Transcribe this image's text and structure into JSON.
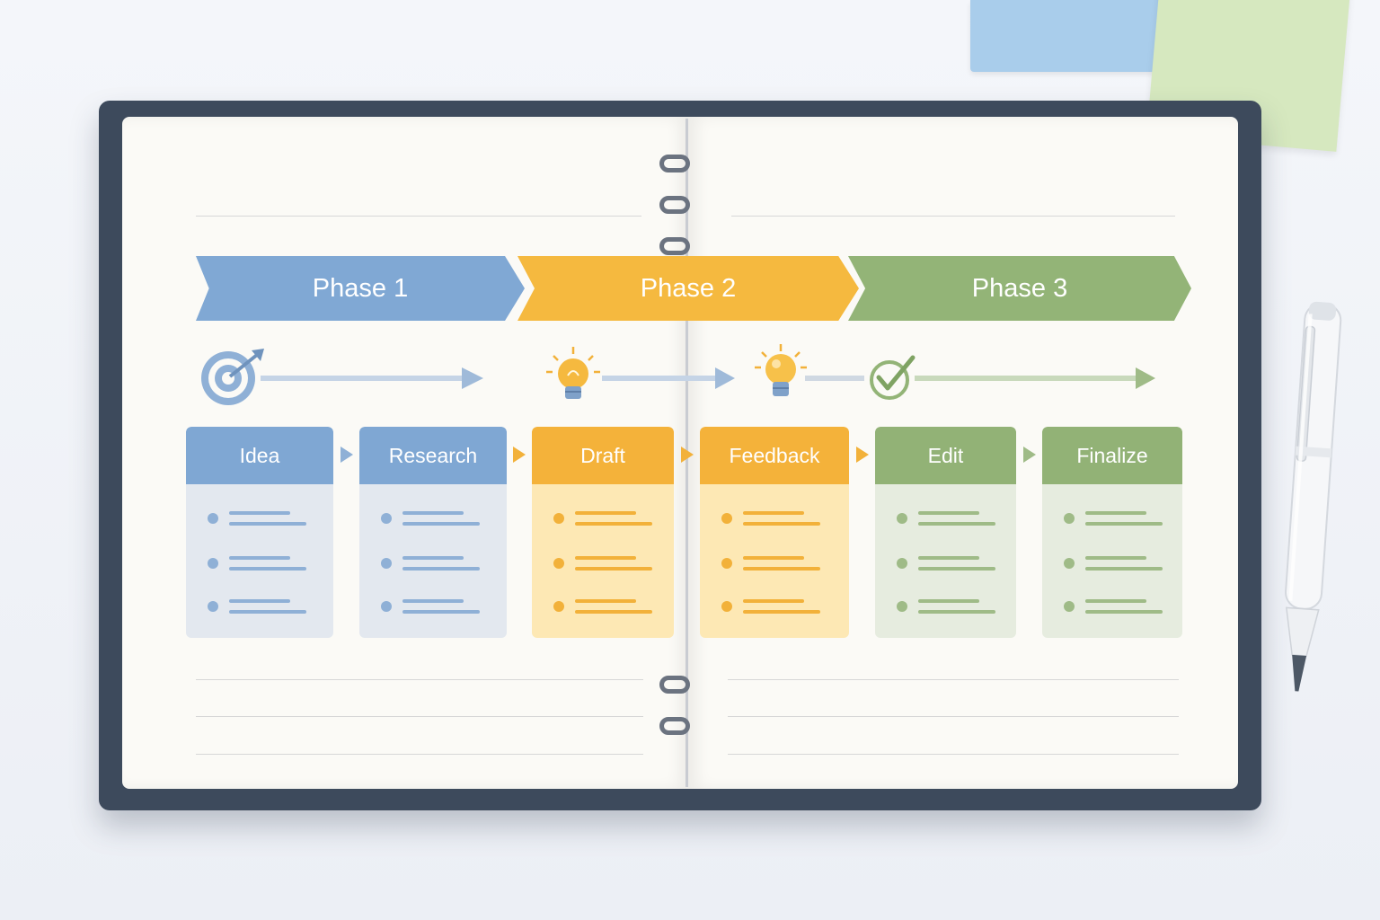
{
  "phases": [
    {
      "label": "Phase 1",
      "color": "#80a8d4"
    },
    {
      "label": "Phase 2",
      "color": "#f5b93f"
    },
    {
      "label": "Phase 3",
      "color": "#93b477"
    }
  ],
  "timeline_icons": [
    "target-icon",
    "lightbulb-icon",
    "lightbulb-icon",
    "checkmark-icon"
  ],
  "steps": [
    {
      "label": "Idea",
      "theme": "blue"
    },
    {
      "label": "Research",
      "theme": "blue"
    },
    {
      "label": "Draft",
      "theme": "yellow"
    },
    {
      "label": "Feedback",
      "theme": "yellow"
    },
    {
      "label": "Edit",
      "theme": "green"
    },
    {
      "label": "Finalize",
      "theme": "green"
    }
  ],
  "colors": {
    "blue": "#80a8d4",
    "yellow": "#f5b93f",
    "green": "#93b477",
    "binder": "#3d4a5c"
  }
}
